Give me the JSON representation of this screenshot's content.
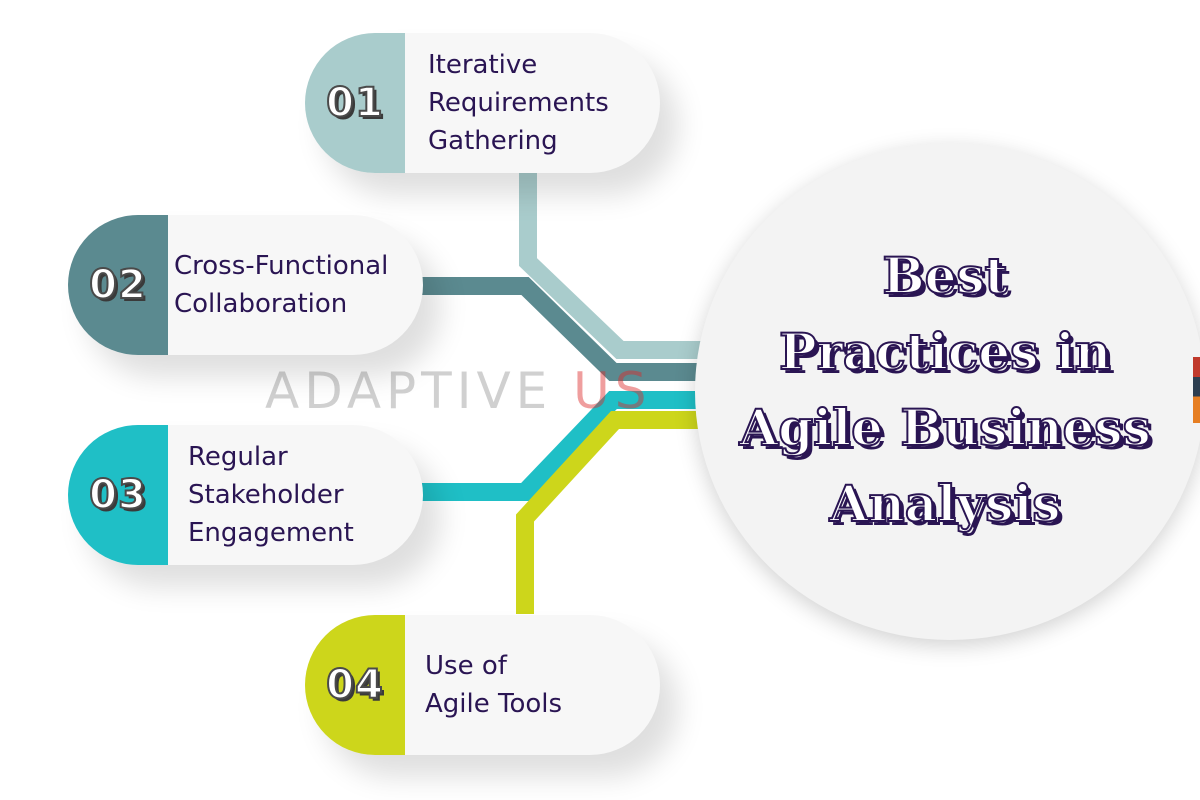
{
  "diagram": {
    "title": "Best\nPractices in\nAgile Business\nAnalysis",
    "watermark": {
      "part1": "ADAPTIVE ",
      "part2": "US"
    },
    "items": [
      {
        "number": "01",
        "label": "Iterative\nRequirements\nGathering",
        "color": "#a9cccc"
      },
      {
        "number": "02",
        "label": "Cross-Functional\nCollaboration",
        "color": "#5b8a90"
      },
      {
        "number": "03",
        "label": "Regular\nStakeholder\nEngagement",
        "color": "#1fbfc6"
      },
      {
        "number": "04",
        "label": "Use of\nAgile Tools",
        "color": "#cdd61b"
      }
    ]
  }
}
